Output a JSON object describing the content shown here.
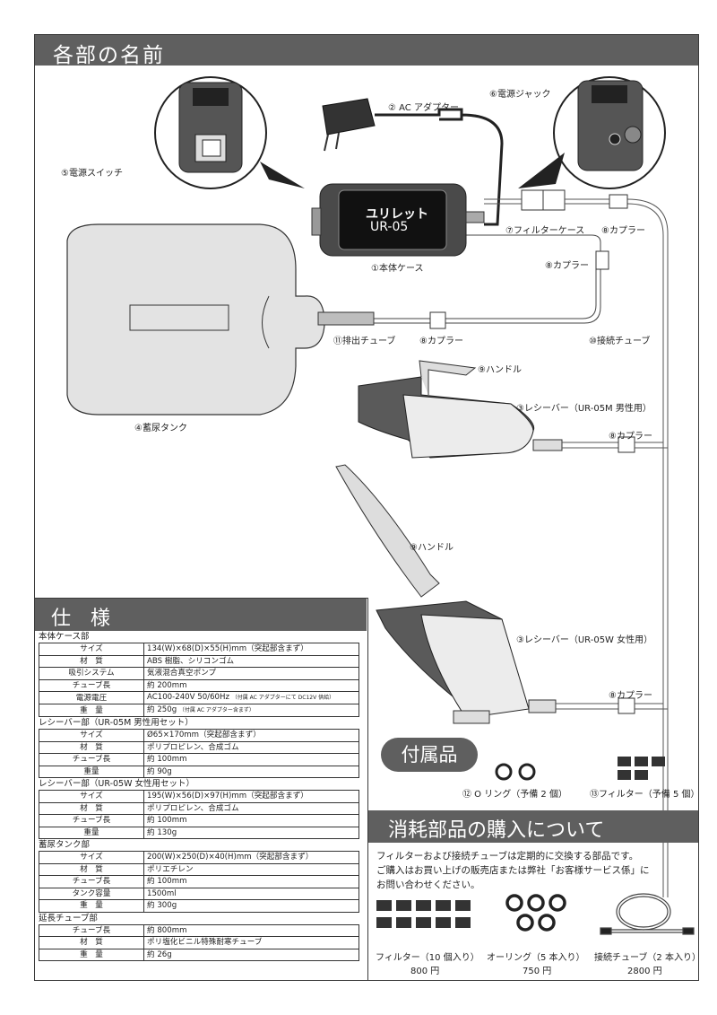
{
  "colors": {
    "header_bg": "#5f5f5f",
    "header_text": "#ffffff",
    "line": "#333333",
    "tank": "#e3e3e3",
    "receiver": "#5a5a5a"
  },
  "title": "各部の名前",
  "parts": {
    "p1": "①本体ケース",
    "p2": "② AC アダプター",
    "p3m": "③レシーバー（UR-05M 男性用）",
    "p3w": "③レシーバー（UR-05W 女性用）",
    "p4": "④蓄尿タンク",
    "p5": "⑤電源スイッチ",
    "p6": "⑥電源ジャック",
    "p7": "⑦フィルターケース",
    "p8": "⑧カプラー",
    "p9": "⑨ハンドル",
    "p10": "⑩接続チューブ",
    "p11": "⑪排出チューブ"
  },
  "device": {
    "brand": "ユリレット",
    "model": "UR-05"
  },
  "spec": {
    "title": "仕　様",
    "sections": [
      {
        "name": "本体ケース部",
        "rows": [
          {
            "k": "サイズ",
            "v": "134(W)×68(D)×55(H)mm（突起部含まず）"
          },
          {
            "k": "材　質",
            "v": "ABS 樹脂、シリコンゴム"
          },
          {
            "k": "吸引システム",
            "v": "気液混合真空ポンプ"
          },
          {
            "k": "チューブ長",
            "v": "約 200mm"
          },
          {
            "k": "電源電圧",
            "v": "AC100-240V 50/60Hz",
            "note": "（付属 AC アダプターにて DC12V 供給）"
          },
          {
            "k": "重　量",
            "v": "約 250g",
            "note": "（付属 AC アダプター含まず）"
          }
        ]
      },
      {
        "name": "レシーバー部（UR-05M 男性用セット）",
        "rows": [
          {
            "k": "サイズ",
            "v": "Ø65×170mm（突起部含まず）"
          },
          {
            "k": "材　質",
            "v": "ポリプロピレン、合成ゴム"
          },
          {
            "k": "チューブ長",
            "v": "約 100mm"
          },
          {
            "k": "重量",
            "v": "約 90g"
          }
        ]
      },
      {
        "name": "レシーバー部（UR-05W 女性用セット）",
        "rows": [
          {
            "k": "サイズ",
            "v": "195(W)×56(D)×97(H)mm（突起部含まず）"
          },
          {
            "k": "材　質",
            "v": "ポリプロピレン、合成ゴム"
          },
          {
            "k": "チューブ長",
            "v": "約 100mm"
          },
          {
            "k": "重量",
            "v": "約 130g"
          }
        ]
      },
      {
        "name": "蓄尿タンク部",
        "rows": [
          {
            "k": "サイズ",
            "v": "200(W)×250(D)×40(H)mm（突起部含まず）"
          },
          {
            "k": "材　質",
            "v": "ポリエチレン"
          },
          {
            "k": "チューブ長",
            "v": "約 100mm"
          },
          {
            "k": "タンク容量",
            "v": "1500ml"
          },
          {
            "k": "重　量",
            "v": "約 300g"
          }
        ]
      },
      {
        "name": "延長チューブ部",
        "rows": [
          {
            "k": "チューブ長",
            "v": "約 800mm"
          },
          {
            "k": "材　質",
            "v": "ポリ塩化ビニル特殊耐寒チューブ"
          },
          {
            "k": "重　量",
            "v": "約 26g"
          }
        ]
      }
    ]
  },
  "accessories": {
    "title": "付属品",
    "oring": "⑫ O リング（予備 2 個）",
    "filter": "⑬フィルター（予備 5 個）"
  },
  "consumables": {
    "title": "消耗部品の購入について",
    "text1": "フィルターおよび接続チューブは定期的に交換する部品です。",
    "text2": "ご購入はお買い上げの販売店または弊社「お客様サービス係」に",
    "text3": "お問い合わせください。",
    "items": [
      {
        "name": "フィルター（10 個入り）",
        "price": "800 円"
      },
      {
        "name": "オーリング（5 本入り）",
        "price": "750 円"
      },
      {
        "name": "接続チューブ（2 本入り）",
        "price": "2800 円"
      }
    ]
  }
}
